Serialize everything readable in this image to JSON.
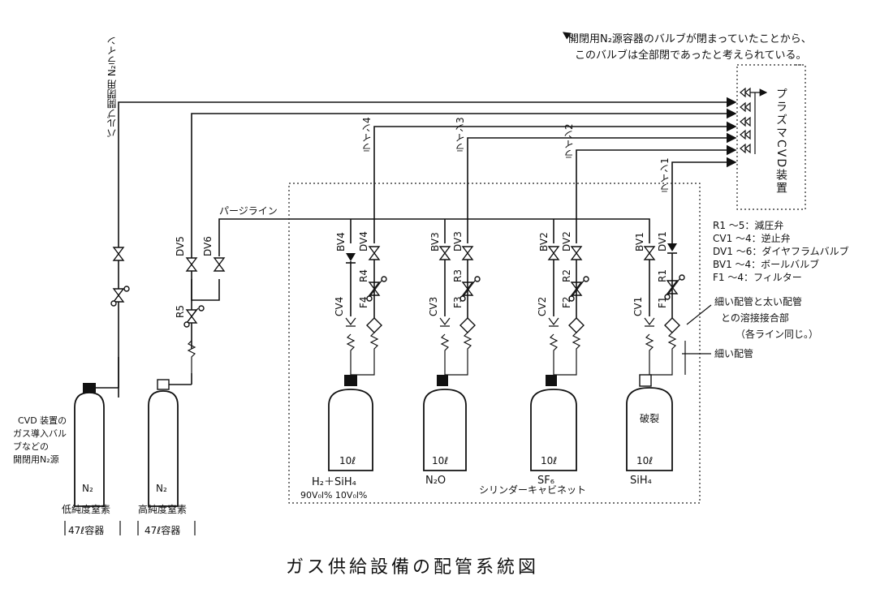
{
  "title": "ガス供給設備の配管系統図",
  "note": {
    "line1": "開閉用N₂源容器のバルブが閉まっていたことから、",
    "line2": "このバルブは全部閉であったと考えられている。"
  },
  "equipment_label": "プラズマCVD装置",
  "legend": {
    "r": "R1 ～5：減圧弁",
    "cv": "CV1 ～4：逆止弁",
    "dv": "DV1 ～6：ダイヤフラムバルブ",
    "bv": "BV1 ～4：ボールバルブ",
    "f": "F1 ～4：フィルター"
  },
  "annotations": {
    "weld_1": "細い配管と太い配管",
    "weld_2": "との溶接接合部",
    "weld_3": "（各ライン同じ。）",
    "thin_pipe": "細い配管",
    "cabinet": "シリンダーキャビネット",
    "purge_line": "パージライン",
    "n2_line": "バルブ開閉用 N₂ライン",
    "broken": "破裂"
  },
  "lines": [
    "ライン1",
    "ライン2",
    "ライン3",
    "ライン4"
  ],
  "valves": {
    "dv5": "DV5",
    "dv6": "DV6",
    "r5": "R5",
    "bv4": "BV4",
    "dv4": "DV4",
    "r4": "R4",
    "cv4": "CV4",
    "f4": "F4",
    "bv3": "BV3",
    "dv3": "DV3",
    "r3": "R3",
    "cv3": "CV3",
    "f3": "F3",
    "bv2": "BV2",
    "dv2": "DV2",
    "r2": "R2",
    "cv2": "CV2",
    "f2": "F2",
    "bv1": "BV1",
    "dv1": "DV1",
    "r1": "R1",
    "cv1": "CV1",
    "f1": "F1"
  },
  "cylinders": [
    {
      "volume": "10ℓ",
      "gas": "H₂＋SiH₄",
      "composition": "90V₀l%  10V₀l%"
    },
    {
      "volume": "10ℓ",
      "gas": "N₂O"
    },
    {
      "volume": "10ℓ",
      "gas": "SF₆"
    },
    {
      "volume": "10ℓ",
      "gas": "SiH₄"
    }
  ],
  "n2_sources": [
    {
      "label": "N₂",
      "purity": "低純度窒素",
      "container": "47ℓ容器",
      "desc": [
        "CVD 装置の",
        "ガス導入バル",
        "ブなどの",
        "開閉用N₂源"
      ]
    },
    {
      "label": "N₂",
      "purity": "高純度窒素",
      "container": "47ℓ容器"
    }
  ]
}
